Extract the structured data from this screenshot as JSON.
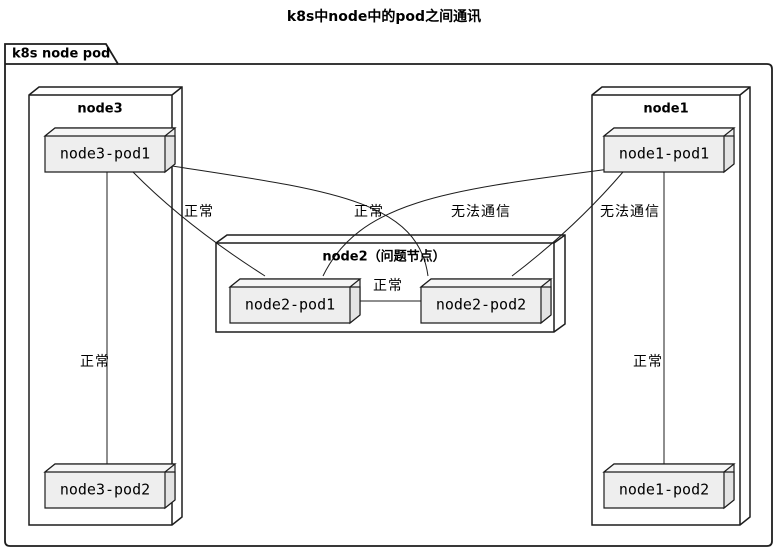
{
  "title": "k8s中node中的pod之间通讯",
  "frame_label": "k8s node pod",
  "nodes": [
    {
      "label": "node3",
      "pods": [
        "node3-pod1",
        "node3-pod2"
      ]
    },
    {
      "label": "node2（问题节点）",
      "pods": [
        "node2-pod1",
        "node2-pod2"
      ]
    },
    {
      "label": "node1",
      "pods": [
        "node1-pod1",
        "node1-pod2"
      ]
    }
  ],
  "edges": [
    {
      "from": "node3-pod1",
      "to": "node2-pod1",
      "label": "正常"
    },
    {
      "from": "node3-pod1",
      "to": "node2-pod2",
      "label": "正常"
    },
    {
      "from": "node1-pod1",
      "to": "node2-pod1",
      "label": "无法通信"
    },
    {
      "from": "node1-pod1",
      "to": "node2-pod2",
      "label": "无法通信"
    },
    {
      "from": "node3-pod1",
      "to": "node3-pod2",
      "label": "正常"
    },
    {
      "from": "node1-pod1",
      "to": "node1-pod2",
      "label": "正常"
    },
    {
      "from": "node2-pod1",
      "to": "node2-pod2",
      "label": "正常"
    }
  ],
  "colors": {
    "background": "#ffffff",
    "line": "#1d1d1d",
    "text": "#000000",
    "node_fill": "#ffffff",
    "pod_fill": "#eeeeee",
    "pod_top_fill": "#f6f6f6",
    "pod_side_fill": "#e3e3e3"
  }
}
